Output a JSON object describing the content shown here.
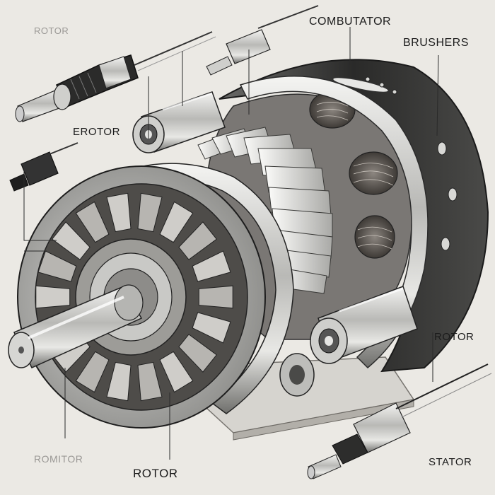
{
  "labels": {
    "top_left_faint": "ROTOR",
    "commutator": "COMBUTATOR",
    "brushes": "BRUSHERS",
    "left_rotor": "EROTOR",
    "right_rotor": "ROTOR",
    "bottom_left_faint": "ROMITOR",
    "bottom_rotor": "ROTOR",
    "stator": "STATOR"
  }
}
